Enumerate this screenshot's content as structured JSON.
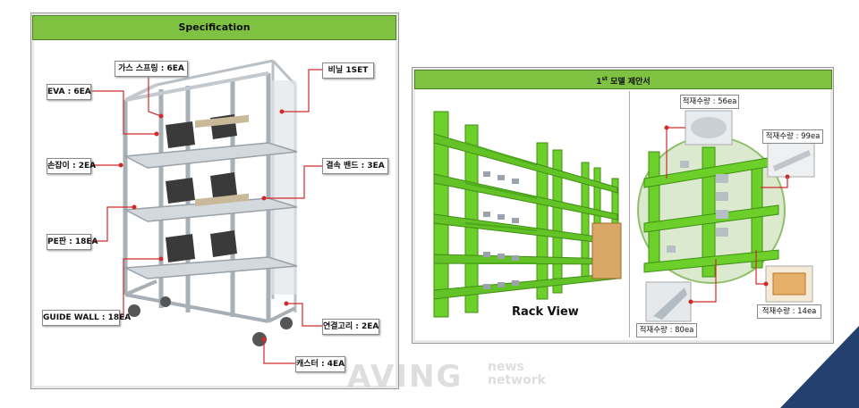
{
  "left_panel": {
    "title": "Specification",
    "callouts": {
      "gas_spring": "가스 스프링 : 6EA",
      "vinyl": "비닐 1SET",
      "eva": "EVA : 6EA",
      "handle": "손잡이 : 2EA",
      "band": "결속 밴드 : 3EA",
      "pe_plate": "PE판 : 18EA",
      "guide_wall": "GUIDE WALL : 18EA",
      "ring": "연결고리 : 2EA",
      "caster": "캐스터 : 4EA"
    }
  },
  "right_panel": {
    "title_sup": "st",
    "title_num": "1",
    "title_text": "모델 제안서",
    "rack_view_label": "Rack View",
    "annotations": {
      "qty_56": "적재수량 : 56ea",
      "qty_99": "적재수량 : 99ea",
      "qty_80": "적재수량 : 80ea",
      "qty_14": "적재수량 : 14ea"
    }
  },
  "watermark": {
    "main": "AVING",
    "top": "news",
    "bottom": "network"
  },
  "colors": {
    "header_green": "#7fc241",
    "rack_green": "#6ccf2a",
    "callout_red": "#d12a2a",
    "corner_navy": "#23406e"
  }
}
